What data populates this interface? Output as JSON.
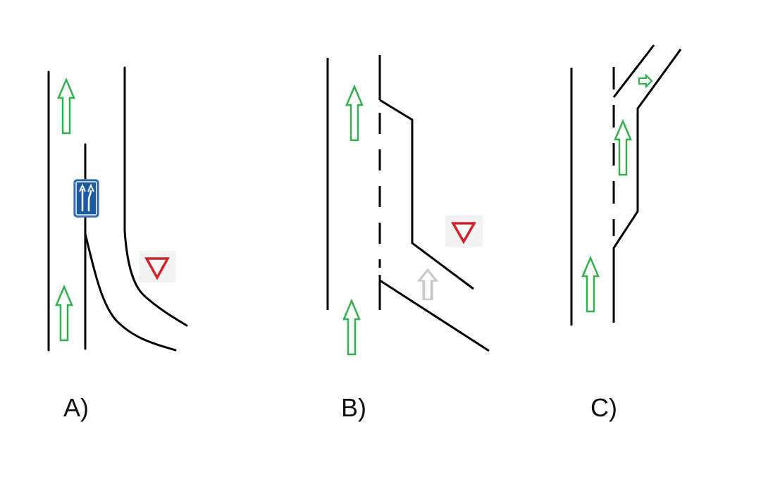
{
  "colors": {
    "road_line": "#000000",
    "arrow_green": "#2db34a",
    "arrow_gray": "#c8c8c8",
    "sign_blue": "#1a5aa0",
    "yield_red": "#d62026",
    "yield_bg": "#f2f2f2"
  },
  "panels": [
    {
      "label": "A)",
      "elements": [
        "green-up-arrow",
        "green-up-arrow",
        "lane-gain-sign-icon",
        "yield-sign-icon"
      ]
    },
    {
      "label": "B)",
      "elements": [
        "green-up-arrow",
        "green-up-arrow",
        "gray-up-arrow",
        "yield-sign-icon"
      ]
    },
    {
      "label": "C)",
      "elements": [
        "green-up-arrow",
        "green-up-arrow",
        "small-green-right-arrow"
      ]
    }
  ]
}
